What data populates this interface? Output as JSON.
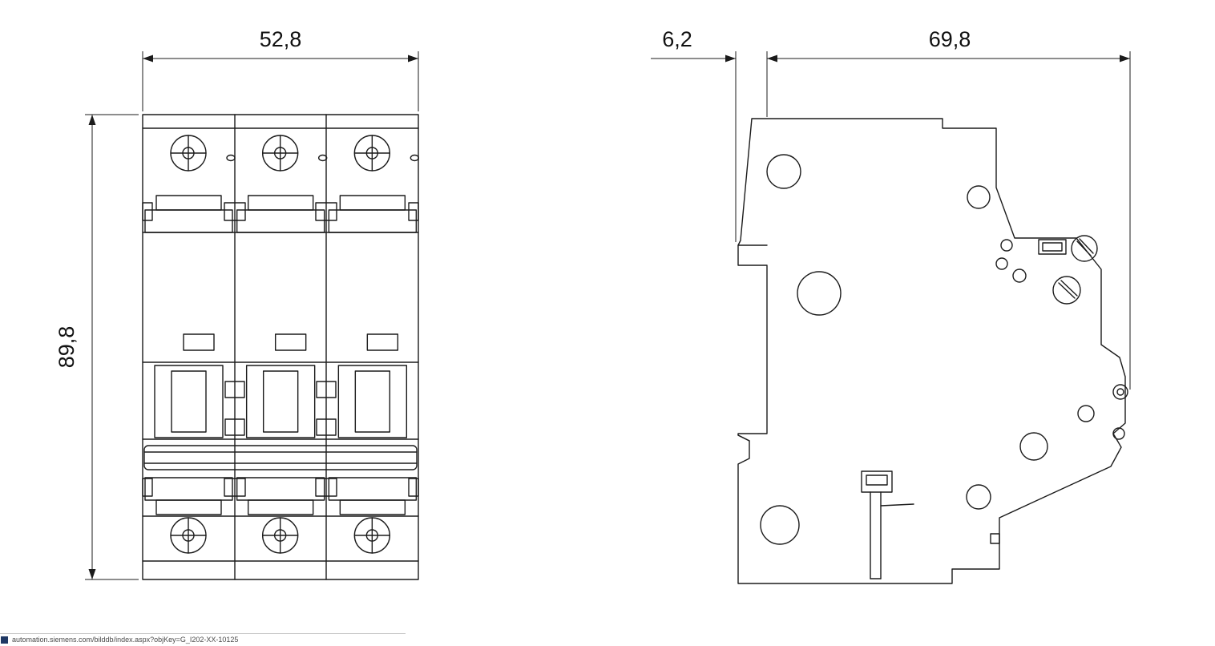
{
  "dimensions": {
    "front_width": "52,8",
    "front_height": "89,8",
    "side_offset": "6,2",
    "side_depth": "69,8"
  },
  "caption": {
    "text": "automation.siemens.com/bilddb/index.aspx?objKey=G_I202-XX-10125"
  },
  "icons": {
    "caption_icon": "blue-square-document-icon"
  },
  "colors": {
    "line": "#1b1b1b",
    "background": "#ffffff",
    "caption_text": "#4a4a4a",
    "caption_icon": "#1f3864"
  }
}
